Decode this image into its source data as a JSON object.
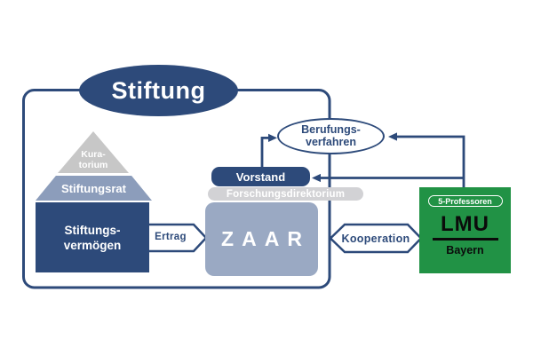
{
  "colors": {
    "navy": "#2d4a7a",
    "steel_blue": "#9aa9c3",
    "slate_blue": "#8c9dbb",
    "light_gray": "#c7c7c7",
    "bar_gray": "#d2d2d5",
    "green": "#219245",
    "white": "#ffffff",
    "black": "#0b0b0b"
  },
  "stiftung": {
    "label": "Stiftung"
  },
  "pyramid": {
    "kuratorium_line1": "Kura-",
    "kuratorium_line2": "torium",
    "stiftungsrat": "Stiftungsrat",
    "vermoegen_line1": "Stiftungs-",
    "vermoegen_line2": "vermögen"
  },
  "zaar": {
    "label": "ZAAR"
  },
  "vorstand": {
    "label": "Vorstand"
  },
  "forschungsdirektorium": {
    "label": "Forschungsdirektorium"
  },
  "berufungsverfahren": {
    "line1": "Berufungs-",
    "line2": "verfahren"
  },
  "arrows": {
    "ertrag": "Ertrag",
    "kooperation": "Kooperation"
  },
  "lmu": {
    "badge": "5-Professoren",
    "name": "LMU",
    "region": "Bayern"
  }
}
